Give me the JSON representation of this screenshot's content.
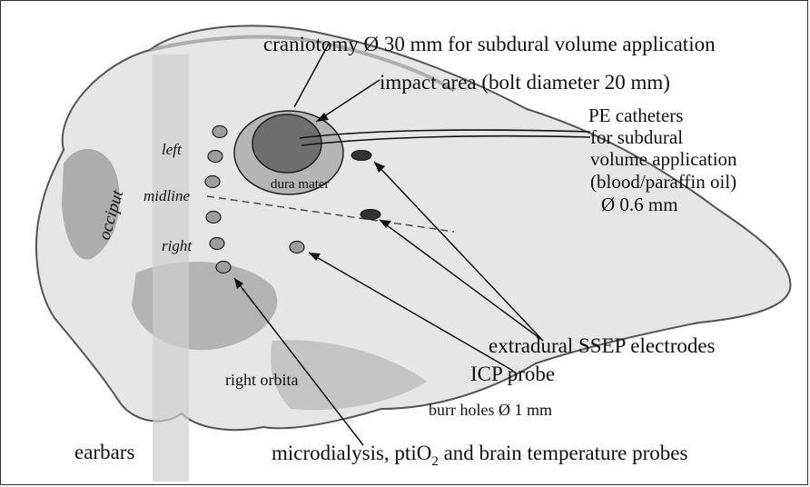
{
  "labels": {
    "craniotomy": "craniotomy Ø 30 mm for subdural volume application",
    "impact_area": "impact area (bolt diameter 20 mm)",
    "catheters": [
      "PE catheters",
      "for subdural",
      "volume application",
      "(blood/paraffin oil)",
      "Ø 0.6 mm"
    ],
    "dura_mater": "dura mater",
    "occiput": "occiput",
    "left": "left",
    "midline": "midline",
    "right": "right",
    "ssep": "extradural SSEP electrodes",
    "icp": "ICP probe",
    "burr_holes": "burr holes Ø 1 mm",
    "right_orbita": "right orbita",
    "earbars": "earbars",
    "probes_pre": "microdialysis, ptiO",
    "probes_sub": "2",
    "probes_post": " and brain temperature probes"
  },
  "colors": {
    "skull_fill": "#e6e6e6",
    "skull_shade": "#9a9a9a",
    "earbar_band": "#cfcfcf",
    "craniotomy_fill": "#b5b5b5",
    "impact_fill": "#6e6e6e",
    "burr_hole_fill": "#9d9d9d",
    "electrode_fill": "#333333",
    "line": "#111111"
  }
}
